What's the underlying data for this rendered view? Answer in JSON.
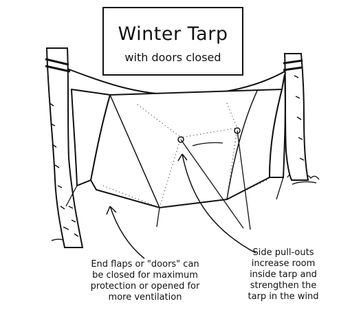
{
  "title": "Winter Tarp",
  "subtitle": "with doors closed",
  "annotations": {
    "doors": [
      "End flaps or \"doors\" can",
      "be closed for maximum",
      "protection or opened for",
      "more ventilation"
    ],
    "pullouts": [
      "Side pull-outs",
      "increase room",
      "inside tarp and",
      "strengthen the",
      "tarp in the wind"
    ]
  }
}
